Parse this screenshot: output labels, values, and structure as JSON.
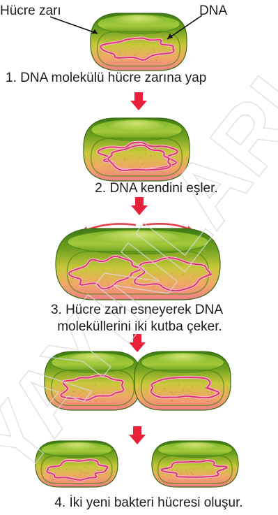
{
  "labels": {
    "cell_membrane": "Hücre zarı",
    "dna": "DNA"
  },
  "steps": [
    {
      "number": "1.",
      "text": "DNA molekülü hücre zarına yap"
    },
    {
      "number": "2.",
      "text": "DNA kendini eşler."
    },
    {
      "number": "3.",
      "line1": "Hücre zarı esneyerek DNA",
      "line2": "moleküllerini iki kutba çeker."
    },
    {
      "number": "4.",
      "text": "İki yeni bakteri hücresi oluşur."
    }
  ],
  "watermark": "YAYINLARI",
  "colors": {
    "cell_top": "#3f7d16",
    "cell_mid": "#c9c83a",
    "cell_bottom": "#f08a8c",
    "rim": "#7fb022",
    "dna": "#d8306a",
    "arrow": "#e8203a",
    "stretch_arrow": "#e0404a"
  }
}
